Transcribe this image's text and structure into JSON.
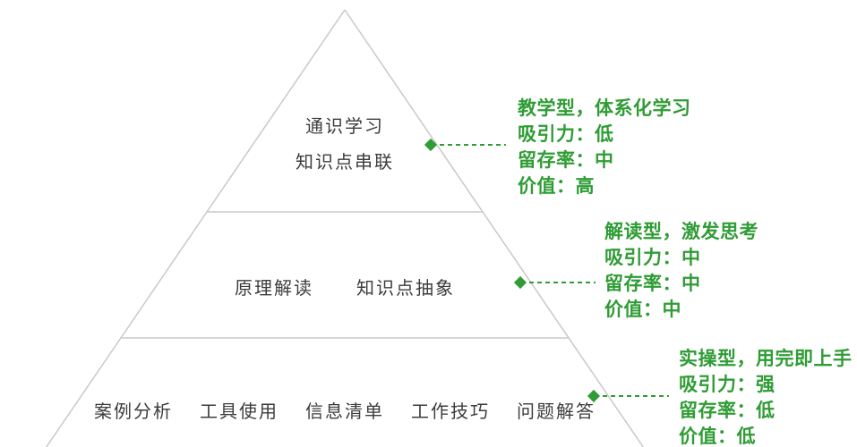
{
  "colors": {
    "accent_green": "#2f9c35",
    "pyramid_line_gray": "#c9c9c9",
    "tier_text_gray": "#3c3c3c",
    "background": "#ffffff"
  },
  "pyramid": {
    "tiers": [
      {
        "id": "top",
        "labels": [
          "通识学习",
          "知识点串联"
        ]
      },
      {
        "id": "middle",
        "labels": [
          "原理解读",
          "知识点抽象"
        ]
      },
      {
        "id": "bottom",
        "labels": [
          "案例分析",
          "工具使用",
          "信息清单",
          "工作技巧",
          "问题解答"
        ]
      }
    ]
  },
  "annotations": [
    {
      "tier": "top",
      "lines": [
        "教学型，体系化学习",
        "吸引力：低",
        "留存率：中",
        "价值：高"
      ]
    },
    {
      "tier": "middle",
      "lines": [
        "解读型，激发思考",
        "吸引力：中",
        "留存率：中",
        "价值：中"
      ]
    },
    {
      "tier": "bottom",
      "lines": [
        "实操型，用完即上手",
        "吸引力：强",
        "留存率：低",
        "价值：低"
      ]
    }
  ]
}
